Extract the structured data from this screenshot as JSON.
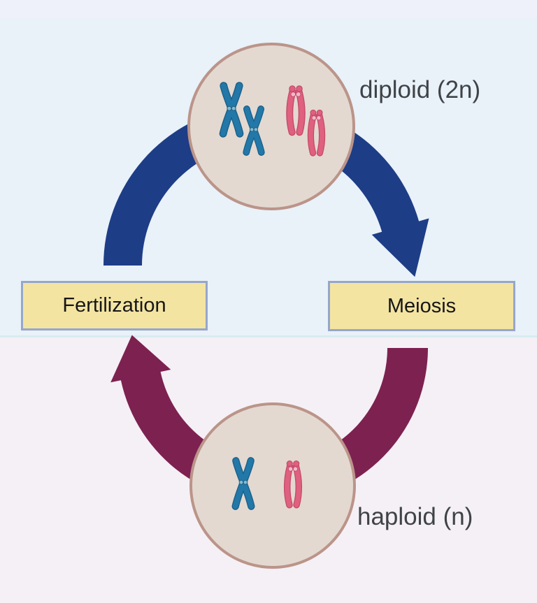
{
  "labels": {
    "diploid": "diploid (2n)",
    "haploid": "haploid (n)",
    "fertilization": "Fertilization",
    "meiosis": "Meiosis"
  },
  "cells": {
    "diploid_cell": {
      "blue_chromosome_count": 2,
      "pink_chromosome_count": 2
    },
    "haploid_cell": {
      "blue_chromosome_count": 1,
      "pink_chromosome_count": 1
    }
  },
  "colors": {
    "background_top": "#e9f1f9",
    "background_top_strip": "#eef1fa",
    "background_bottom": "#f5f0f5",
    "divider": "#d6ecf1",
    "meiosis_arrow": "#1d3d86",
    "fertilization_arrow": "#7d2151",
    "cell_fill": "#e3d9d1",
    "cell_border": "#bb9489",
    "box_fill": "#f3e4a2",
    "box_border": "#96a6cb",
    "box_text": "#161616",
    "label_text": "#3f4347",
    "chromosome_blue": "#2278a8",
    "chromosome_blue_dark": "#1b5f88",
    "chromosome_blue_light": "#85bace",
    "chromosome_pink": "#e0607f",
    "chromosome_pink_dark": "#c34a6b",
    "chromosome_pink_light": "#f2b9c8"
  }
}
